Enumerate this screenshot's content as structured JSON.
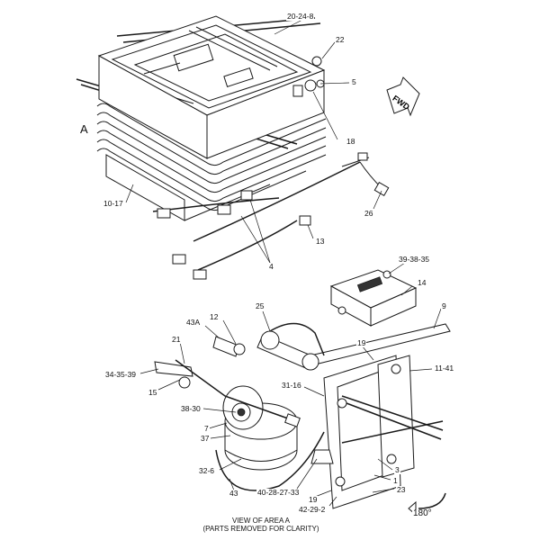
{
  "area_label": "A",
  "fwd_label": "FWD",
  "rotation_label": "180°",
  "view_note": {
    "line1": "VIEW OF AREA A",
    "line2": "(PARTS REMOVED FOR CLARITY)"
  },
  "callouts": {
    "c_20_24_8": "20-24-8",
    "c_22": "22",
    "c_5": "5",
    "c_18": "18",
    "c_10_17": "10-17",
    "c_26": "26",
    "c_13": "13",
    "c_4": "4",
    "c_39_38_35": "39-38-35",
    "c_14": "14",
    "c_9": "9",
    "c_25": "25",
    "c_43A": "43A",
    "c_12": "12",
    "c_21": "21",
    "c_19a": "19",
    "c_11_41": "11-41",
    "c_34_35_39": "34-35-39",
    "c_15": "15",
    "c_31_16": "31-16",
    "c_38_30": "38-30",
    "c_7": "7",
    "c_37": "37",
    "c_32_6": "32-6",
    "c_3": "3",
    "c_1": "1",
    "c_23": "23",
    "c_43": "43",
    "c_40_28_27_33": "40-28-27-33",
    "c_19b": "19",
    "c_42_29_2": "42-29-2"
  }
}
